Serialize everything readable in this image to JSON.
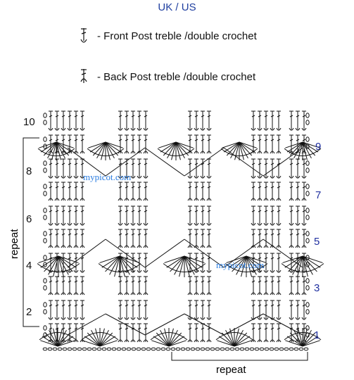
{
  "header": {
    "title": "UK / US"
  },
  "legend": [
    {
      "icon": "front-post-treble-icon",
      "text": "-  Front Post treble /double crochet"
    },
    {
      "icon": "back-post-treble-icon",
      "text": "-  Back Post treble /double crochet"
    }
  ],
  "rows": {
    "left": [
      "10",
      "8",
      "6",
      "4",
      "2"
    ],
    "right": [
      "9",
      "7",
      "5",
      "3",
      "1"
    ]
  },
  "repeat": {
    "vertical": "repeat",
    "horizontal": "repeat"
  },
  "watermark": [
    "mypicot.com",
    "mypicot.com"
  ],
  "colors": {
    "accent_blue": "#1f3fa0",
    "row_number_blue": "#2030a0",
    "watermark": "#2a7de1",
    "ink": "#111111"
  }
}
